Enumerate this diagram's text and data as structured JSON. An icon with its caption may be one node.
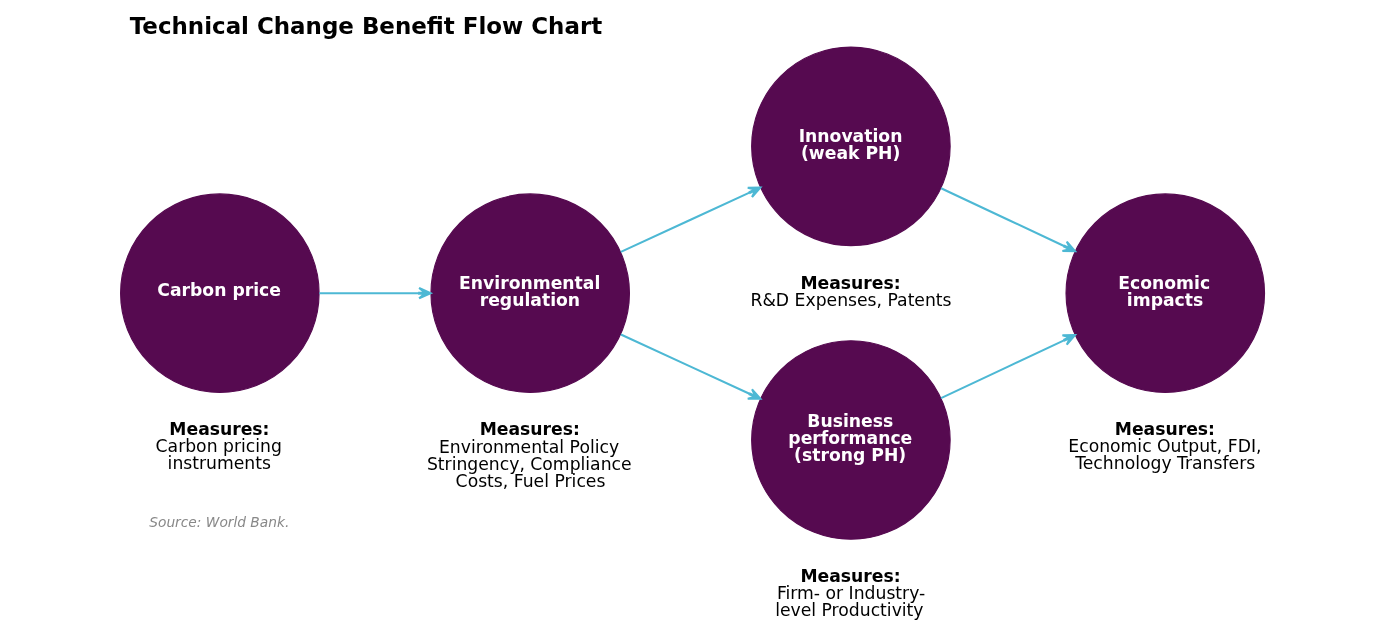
{
  "diagram": {
    "title": "Technical Change Benefit Flow Chart",
    "caption": "Source: World Bank.",
    "nodes": [
      {
        "text": [
          "Carbon price"
        ],
        "beside": [
          "Measures:",
          "Carbon pricing instruments"
        ]
      },
      {
        "text": [
          "Environmental regulation"
        ],
        "beside": [
          "Measures:",
          "Environmental Policy Stringency, Compliance Costs, Fuel Prices"
        ]
      },
      {
        "text": [
          "Innovation (weak PH)"
        ],
        "beside": [
          "Measures:",
          "R&D Expenses, Patents"
        ]
      },
      {
        "text": [
          "Business performance (strong PH)"
        ],
        "beside": [
          "Measures:",
          "Firm- or Industry-level Productivity"
        ]
      },
      {
        "text": [
          "Economic impacts"
        ],
        "beside": [
          "Measures:",
          "Economic Output, FDI, Technology Transfers"
        ]
      }
    ],
    "edges": [
      {
        "from": 0,
        "to": 1,
        "arrow": "to"
      },
      {
        "from": 1,
        "to": 2,
        "arrow": "to"
      },
      {
        "from": 1,
        "to": 3,
        "arrow": "to"
      },
      {
        "from": 2,
        "to": 4,
        "arrow": "to"
      },
      {
        "from": 3,
        "to": 4,
        "arrow": "to"
      }
    ]
  }
}
